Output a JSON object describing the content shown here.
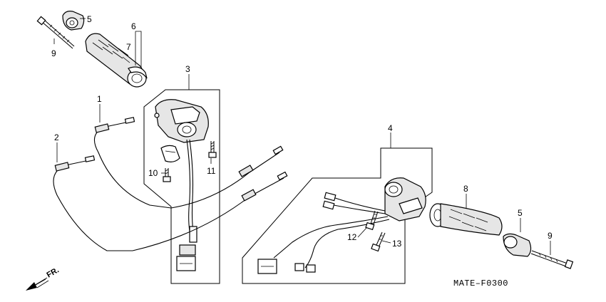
{
  "callouts": {
    "c1": "1",
    "c2": "2",
    "c3": "3",
    "c4": "4",
    "c5a": "5",
    "c5b": "5",
    "c6": "6",
    "c7": "7",
    "c8": "8",
    "c9a": "9",
    "c9b": "9",
    "c10": "10",
    "c11": "11",
    "c12": "12",
    "c13": "13"
  },
  "diagram_code": "MATE–F0300",
  "direction_label": "FR."
}
